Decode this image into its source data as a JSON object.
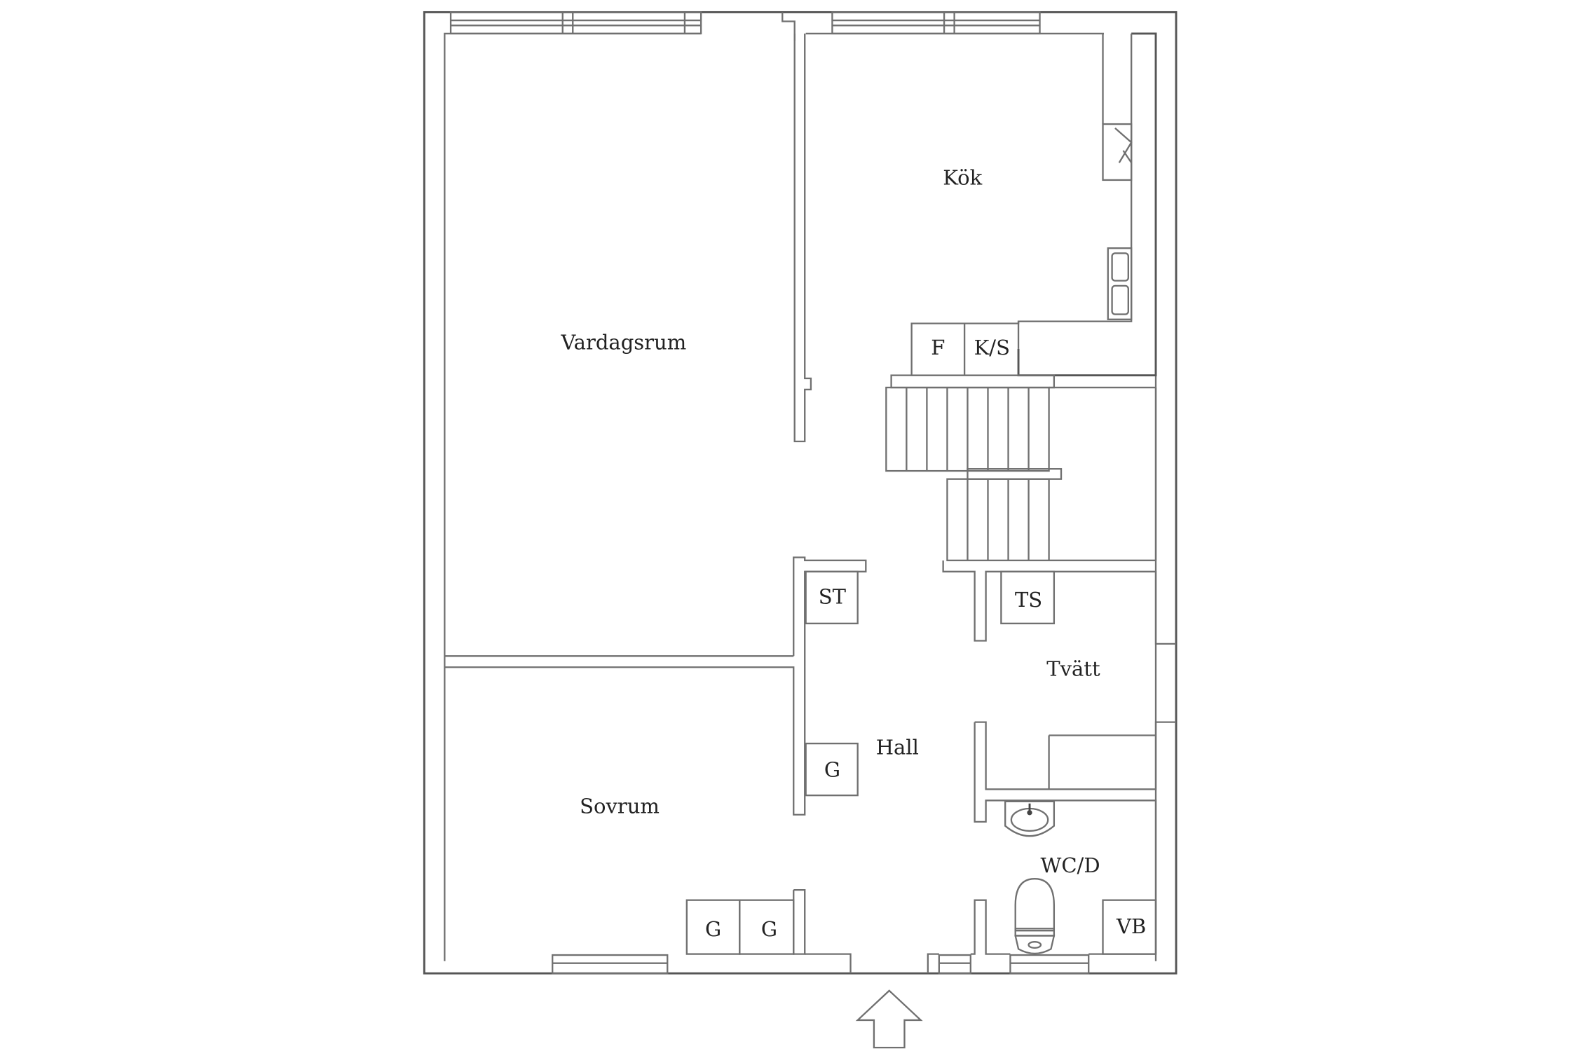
{
  "rooms": {
    "vardagsrum": "Vardagsrum",
    "kok": "Kök",
    "sovrum": "Sovrum",
    "hall": "Hall",
    "tvatt": "Tvätt",
    "wcd": "WC/D"
  },
  "fixtures": {
    "fridge": "F",
    "freezer": "K/S",
    "storage": "ST",
    "tumble_dryer": "TS",
    "wardrobe_hall": "G",
    "wardrobe_1": "G",
    "wardrobe_2": "G",
    "water_heater": "VB"
  },
  "icons": [
    "entrance-arrow-icon",
    "sink-icon",
    "toilet-icon",
    "kitchen-sink-icon",
    "stove-icon",
    "staircase"
  ],
  "colors": {
    "lines": "#707070",
    "background": "#ffffff",
    "text": "#222222"
  }
}
